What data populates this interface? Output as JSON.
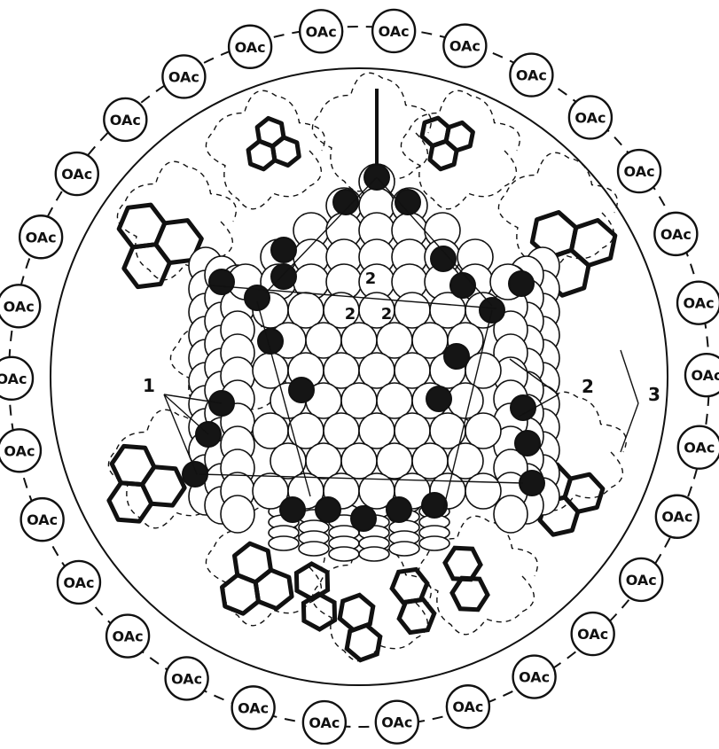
{
  "diagram": {
    "ligand_label": "OAc",
    "ligand_labels": [
      "OAc",
      "OAc",
      "OAc",
      "OAc",
      "OAc",
      "OAc",
      "OAc",
      "OAc",
      "OAc",
      "OAc",
      "OAc",
      "OAc",
      "OAc",
      "OAc",
      "OAc",
      "OAc",
      "OAc",
      "OAc",
      "OAc",
      "OAc",
      "OAc",
      "OAc",
      "OAc",
      "OAc",
      "OAc",
      "OAc",
      "OAc",
      "OAc",
      "OAc",
      "OAc"
    ],
    "callouts": {
      "one": "1",
      "two": "2",
      "three": "3"
    },
    "face_labels": [
      "2",
      "2",
      "2"
    ],
    "colors": {
      "ink": "#111111",
      "background": "#ffffff",
      "dark_atom": "#151515",
      "light_atom": "#ffffff"
    }
  }
}
